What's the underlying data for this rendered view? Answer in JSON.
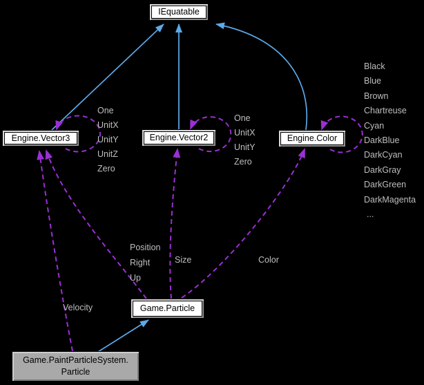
{
  "diagram_type": "collaboration-graph",
  "colors": {
    "background": "#000000",
    "inheritance_arrow": "#5da9e8",
    "usage_arrow": "#9a30d4",
    "edge_label_text": "#bfbfbf",
    "node_fill": "#ffffff",
    "node_border": "#000000",
    "node_text": "#000000",
    "highlighted_node_fill": "#a9a9a9"
  },
  "nodes": {
    "iequatable": {
      "label": "IEquatable"
    },
    "vector3": {
      "label": "Engine.Vector3"
    },
    "vector2": {
      "label": "Engine.Vector2"
    },
    "color": {
      "label": "Engine.Color"
    },
    "particle": {
      "label": "Game.Particle"
    },
    "paint_particle": {
      "label_line1": "Game.PaintParticleSystem.",
      "label_line2": "Particle"
    }
  },
  "edges": {
    "vector3_self_members": [
      "One",
      "UnitX",
      "UnitY",
      "UnitZ",
      "Zero"
    ],
    "vector2_self_members": [
      "One",
      "UnitX",
      "UnitY",
      "Zero"
    ],
    "color_self_members": [
      "Black",
      "Blue",
      "Brown",
      "Chartreuse",
      "Cyan",
      "DarkBlue",
      "DarkCyan",
      "DarkGray",
      "DarkGreen",
      "DarkMagenta",
      "..."
    ],
    "particle_to_vector3_members": [
      "Position",
      "Right",
      "Up"
    ],
    "particle_to_vector2_member": "Size",
    "particle_to_color_member": "Color",
    "paint_particle_to_vector3_member": "Velocity"
  }
}
